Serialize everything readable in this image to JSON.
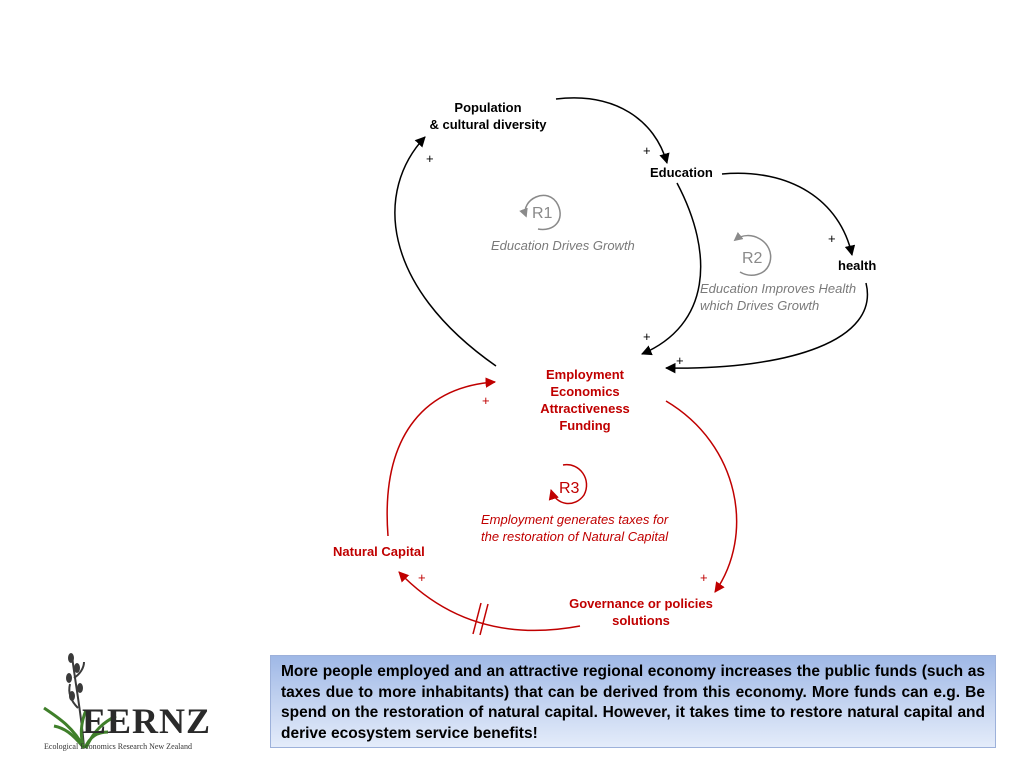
{
  "nodes": {
    "population": [
      "Population",
      "& cultural diversity"
    ],
    "education": "Education",
    "health": "health",
    "employment": [
      "Employment",
      "Economics",
      "Attractiveness",
      "Funding"
    ],
    "natural_capital": "Natural Capital",
    "governance": [
      "Governance or policies",
      "solutions"
    ]
  },
  "loops": {
    "r1": {
      "label": "R1",
      "description": "Education Drives Growth"
    },
    "r2": {
      "label": "R2",
      "description": [
        "Education  Improves Health",
        "which Drives Growth"
      ]
    },
    "r3": {
      "label": "R3",
      "description": [
        "Employment generates taxes for",
        "the restoration of Natural Capital"
      ]
    }
  },
  "polarity_sign": "+",
  "summary_text": "More people employed and an attractive regional economy increases the public funds (such as taxes due to more inhabitants) that can be derived from this economy. More funds can e.g. Be spend on the restoration of natural capital. However, it takes time to restore natural capital and derive ecosystem service benefits!",
  "logo": {
    "name": "EERNZ",
    "caption": "Ecological Economics Research New Zealand"
  },
  "colors": {
    "black_loop": "#000000",
    "red_loop": "#c00000",
    "loop_icon_grey": "#8a8a8a",
    "textbox_gradient_top": "#9fb8e6",
    "textbox_gradient_bottom": "#e4ecfa"
  }
}
